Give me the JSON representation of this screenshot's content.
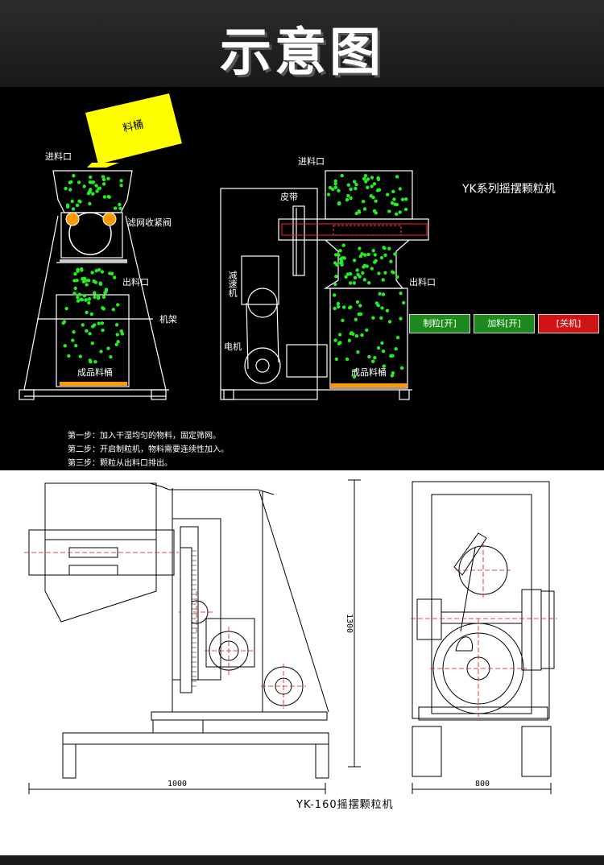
{
  "header": {
    "title": "示意图"
  },
  "scheme": {
    "product_title": "YK系列摇摆颗粒机",
    "labels": {
      "hopper": "料桶",
      "inlet_left": "进料口",
      "filter_valve": "滤网收紧阀",
      "outlet_left": "出料口",
      "frame": "机架",
      "finished_bin_left": "成品料桶",
      "inlet_right": "进料口",
      "belt": "皮带",
      "reducer": "减速机",
      "motor": "电机",
      "outlet_right": "出料口",
      "finished_bin_right": "成品料桶"
    },
    "controls": [
      {
        "label": "制粒[开]",
        "color": "#1c8a1c"
      },
      {
        "label": "加料[开]",
        "color": "#1c8a1c"
      },
      {
        "label": "[关机]",
        "color": "#d01414"
      }
    ],
    "steps": [
      "第一步：加入干湿均匀的物料，固定筛网。",
      "第二步：开启制粒机，物料需要连续性加入。",
      "第三步：颗粒从出料口排出。"
    ],
    "colors": {
      "particles": "#22ee22",
      "hopper": "#ffff00",
      "bin_base": "#ff9900"
    }
  },
  "drawing": {
    "caption": "YK-160摇摆颗粒机",
    "dimensions": {
      "height": "1300",
      "width_front": "1000",
      "width_side": "800"
    }
  }
}
